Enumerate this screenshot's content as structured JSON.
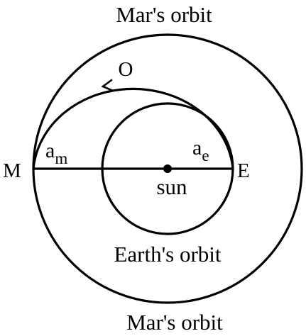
{
  "labels": {
    "mars_orbit_top": "Mar's orbit",
    "mars_orbit_bottom": "Mar's orbit",
    "earth_orbit": "Earth's orbit",
    "point_o": "O",
    "point_m": "M",
    "point_e": "E",
    "sun": "sun",
    "a_m_base": "a",
    "a_m_sub": "m",
    "a_e_base": "a",
    "a_e_sub": "e"
  },
  "colors": {
    "ink": "#000000",
    "background": "#ffffff"
  }
}
